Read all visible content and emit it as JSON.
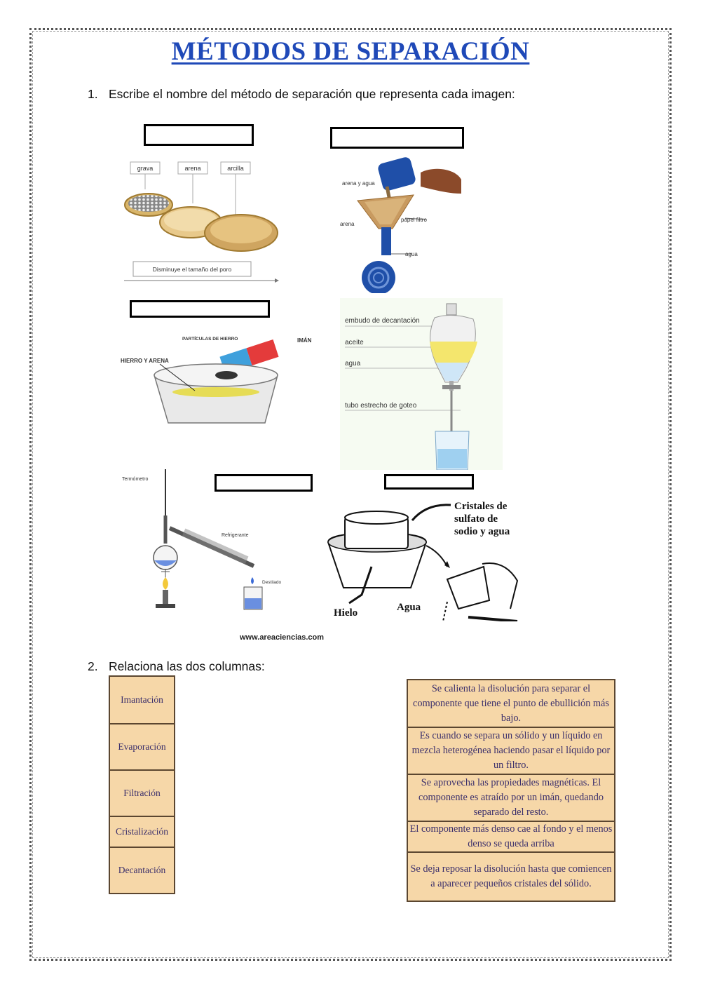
{
  "title": "MÉTODOS DE SEPARACIÓN",
  "question1": {
    "number": "1.",
    "text": "Escribe el nombre del método de separación que representa cada imagen:"
  },
  "question2": {
    "number": "2.",
    "text": "Relaciona las dos columnas:"
  },
  "images": {
    "sieves": {
      "labels": [
        "grava",
        "arena",
        "arcilla"
      ],
      "caption": "Disminuye el tamaño del poro"
    },
    "filter": {
      "labels": [
        "arena y agua",
        "papel filtro",
        "arena",
        "agua"
      ]
    },
    "magnet": {
      "labels": [
        "PARTÍCULAS DE HIERRO",
        "IMÁN",
        "HIERRO Y ARENA"
      ]
    },
    "funnel": {
      "labels": [
        "embudo de decantación",
        "aceite",
        "agua",
        "tubo estrecho de goteo"
      ]
    },
    "distillation": {
      "labels": [
        "Termómetro",
        "Refrigerante",
        "Destilado"
      ]
    },
    "crystals": {
      "labels": [
        "Cristales de",
        "sulfato de",
        "sodio y agua",
        "Hielo",
        "Agua"
      ]
    }
  },
  "website": "www.areaciencias.com",
  "left_column": [
    "Imantación",
    "Evaporación",
    "Filtración",
    "Cristalización",
    "Decantación"
  ],
  "right_column": [
    "Se calienta la disolución para separar el componente que tiene el punto de ebullición más bajo.",
    "Es cuando se separa un sólido y un líquido en mezcla heterogénea haciendo pasar el líquido por un filtro.",
    "Se aprovecha las propiedades magnéticas. El componente es atraído por un imán, quedando separado del resto.",
    "El componente más denso cae al fondo y el menos denso se queda arriba",
    "Se  deja reposar la disolución hasta que comiencen a aparecer pequeños cristales del sólido."
  ],
  "colors": {
    "title": "#1f49b8",
    "cell_bg": "#f6d7a8",
    "cell_text": "#3b2f6b"
  }
}
